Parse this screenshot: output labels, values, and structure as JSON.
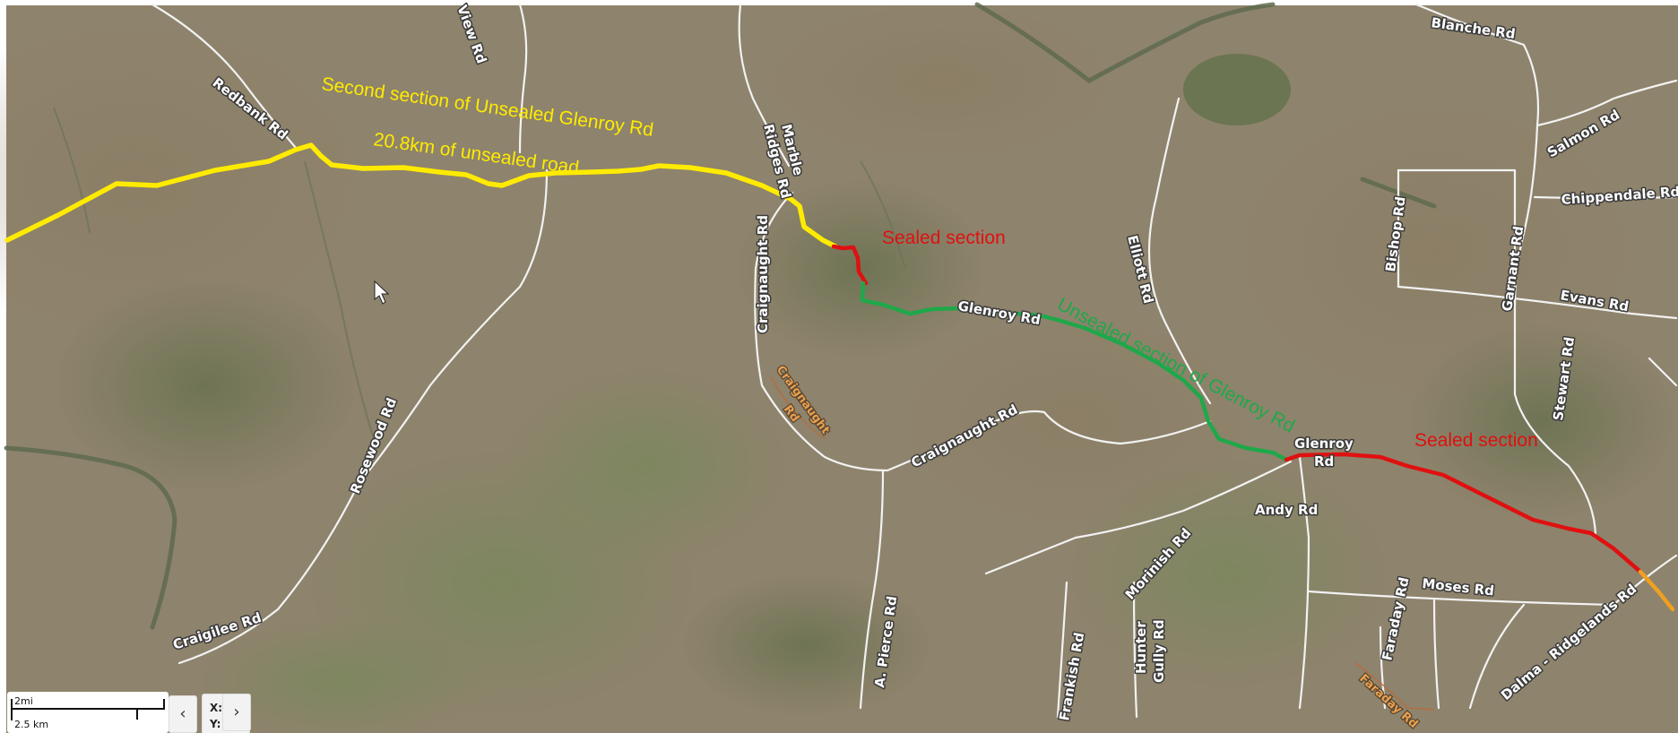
{
  "map_view": "satellite",
  "annotations": {
    "second_section": "Second section of Unsealed Glenroy Rd",
    "second_length": "20.8km of unsealed road",
    "sealed_1": "Sealed section",
    "sealed_2": "Sealed section",
    "unsealed_green": "Unsealed section of Glenroy Rd"
  },
  "route_colors": {
    "unsealed_second": "#ffeb00",
    "sealed": "#e01010",
    "unsealed_first": "#1fa84a",
    "continuation": "#f0a020",
    "closed_road_label": "#e8a050"
  },
  "roads": {
    "view_rd": "View Rd",
    "redbank_rd": "Redbank Rd",
    "marble_ridges_rd_1": "Marble",
    "marble_ridges_rd_2": "Ridges Rd",
    "craignaught_rd_v": "Craignaught Rd",
    "craignaught_rd_h": "Craignaught Rd",
    "craignaught_rd_closed_1": "Craignaught",
    "craignaught_rd_closed_2": "Rd",
    "glenroy_rd": "Glenroy Rd",
    "glenroy_rd_junction_1": "Glenroy",
    "glenroy_rd_junction_2": "Rd",
    "elliott_rd": "Elliott Rd",
    "rosewood_rd": "Rosewood Rd",
    "craigilee_rd": "Craigilee Rd",
    "a_pierce_rd": "A. Pierce Rd",
    "morinish_rd": "Morinish Rd",
    "frankish_rd": "Frankish Rd",
    "hunter_gully_rd_1": "Hunter",
    "hunter_gully_rd_2": "Gully Rd",
    "andy_rd": "Andy Rd",
    "moses_rd": "Moses Rd",
    "faraday_rd": "Faraday Rd",
    "faraday_rd_closed": "Faraday Rd",
    "dalma_ridgelands_rd": "Dalma - Ridgelands Rd",
    "blanche_rd": "Blanche Rd",
    "salmon_rd": "Salmon Rd",
    "chippendale_rd": "Chippendale Rd",
    "bishop_rd": "Bishop Rd",
    "garnant_rd": "Garnant Rd",
    "evans_rd": "Evans Rd",
    "stewart_rd": "Stewart Rd"
  },
  "scale": {
    "imperial": "2mi",
    "metric": "2.5 km"
  },
  "nav": {
    "prev": "‹",
    "next": "›"
  },
  "coords": {
    "x_label": "X:",
    "y_label": "Y:"
  }
}
